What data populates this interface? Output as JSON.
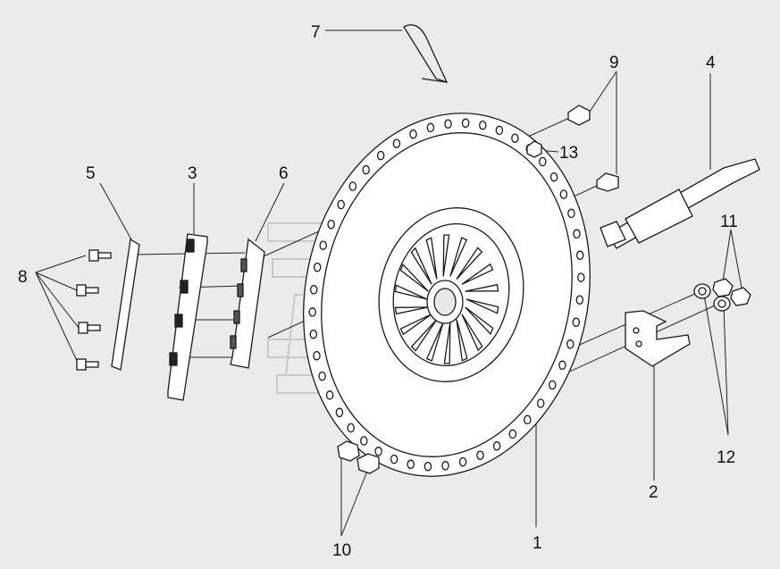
{
  "diagram": {
    "callouts": [
      {
        "id": "c1",
        "text": "1"
      },
      {
        "id": "c2",
        "text": "2"
      },
      {
        "id": "c3",
        "text": "3"
      },
      {
        "id": "c4",
        "text": "4"
      },
      {
        "id": "c5",
        "text": "5"
      },
      {
        "id": "c6",
        "text": "6"
      },
      {
        "id": "c7",
        "text": "7"
      },
      {
        "id": "c8",
        "text": "8"
      },
      {
        "id": "c9",
        "text": "9"
      },
      {
        "id": "c10",
        "text": "10"
      },
      {
        "id": "c11",
        "text": "11"
      },
      {
        "id": "c12",
        "text": "12"
      },
      {
        "id": "c13",
        "text": "13"
      }
    ]
  },
  "colors": {
    "background": "#ebebeb",
    "part_fill": "#ffffff",
    "line": "#1a1a1a",
    "watermark": "#c9c9c9"
  }
}
